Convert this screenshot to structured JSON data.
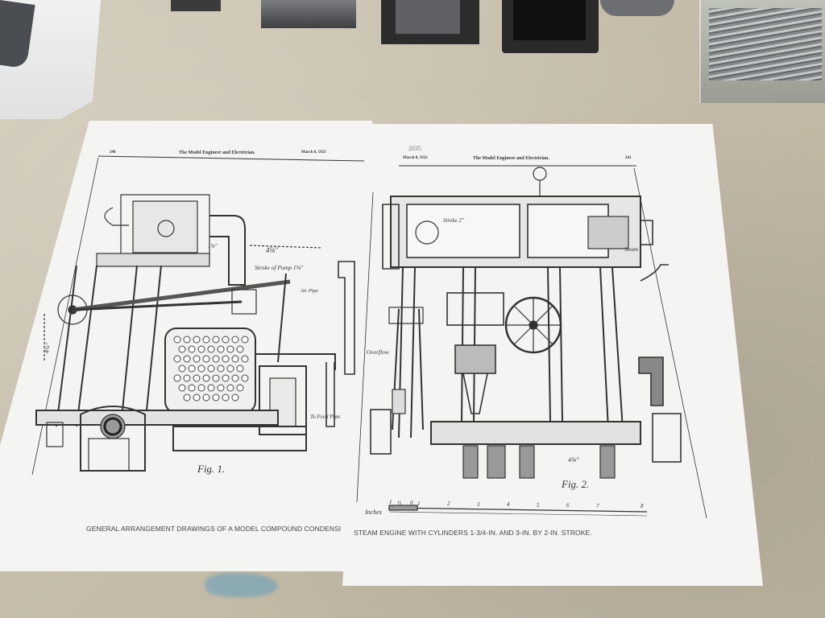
{
  "left_page": {
    "page_number": "240",
    "journal": "The Model Engineer and Electrician.",
    "date": "March 8, 1923",
    "figure_label": "Fig. 1.",
    "caption": "GENERAL ARRANGEMENT DRAWINGS OF A MODEL COMPOUND CONDENSI",
    "labels": {
      "stroke_of_pump": "Stroke of Pump 1⅝″",
      "air_pipe": "Air Pipe",
      "to_feed_pump": "To Feed Pum",
      "dim_4_5_8": "4⅝″",
      "dim_4_1_4": "4¼″",
      "dim_1_5_8": "1⅝″"
    }
  },
  "right_page": {
    "handwritten_note": "2035",
    "date": "March 8, 1923",
    "journal": "The Model Engineer and Electrician.",
    "page_number": "241",
    "figure_label": "Fig. 2.",
    "caption": "STEAM ENGINE WITH CYLINDERS 1-3/4-IN. AND 3-IN. BY 2-IN. STROKE.",
    "labels": {
      "steam": "Steam",
      "overflow": "Overflow",
      "stroke_2": "Stroke 2″",
      "dim_4_5_8": "4⅝″"
    },
    "scale_bar": {
      "label": "Inches",
      "ticks": [
        "1",
        "½",
        "0",
        "1",
        "2",
        "3",
        "4",
        "5",
        "6",
        "7",
        "8"
      ]
    }
  }
}
